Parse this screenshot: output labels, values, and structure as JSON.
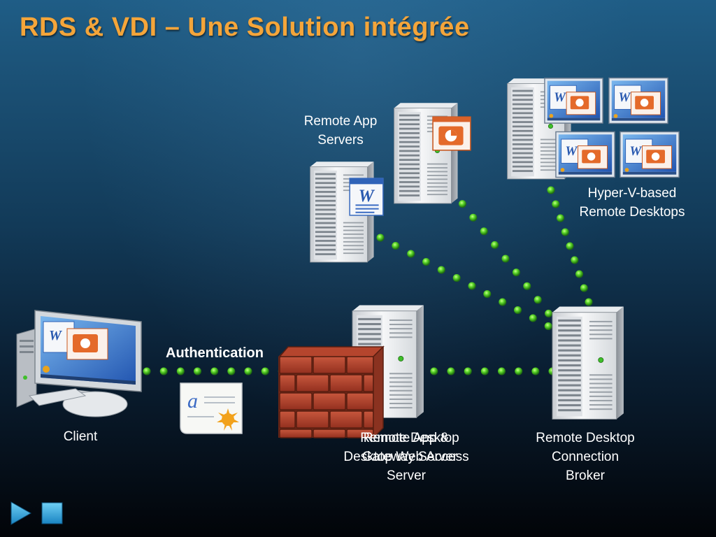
{
  "title": "RDS & VDI – Une Solution intégrée",
  "labels": {
    "remote_app_servers": [
      "Remote App",
      "Servers"
    ],
    "hyperv_desktops": [
      "Hyper-V-based",
      "Remote Desktops"
    ],
    "authentication": "Authentication",
    "client": "Client",
    "gateway_overlay_a": [
      "Remote Desktop",
      "Gateway Server"
    ],
    "gateway_overlay_b": [
      "Remote App &",
      "Desktop Web Access",
      "Server"
    ],
    "connection_broker": [
      "Remote Desktop",
      "Connection",
      "Broker"
    ]
  },
  "icons": {
    "word": "word-document-icon",
    "powerpoint": "powerpoint-document-icon",
    "windows": "windows-logo-icon",
    "certificate": "certificate-icon",
    "firewall": "firewall-brick-wall-icon",
    "server": "server-tower-icon",
    "monitor": "monitor-icon"
  },
  "colors": {
    "title": "#f4a53a",
    "link_dot": "#5cd72a",
    "label": "#ffffff",
    "nav_button": "#2fa7dc"
  },
  "nav": {
    "play": "play-icon",
    "stop": "stop-icon"
  }
}
